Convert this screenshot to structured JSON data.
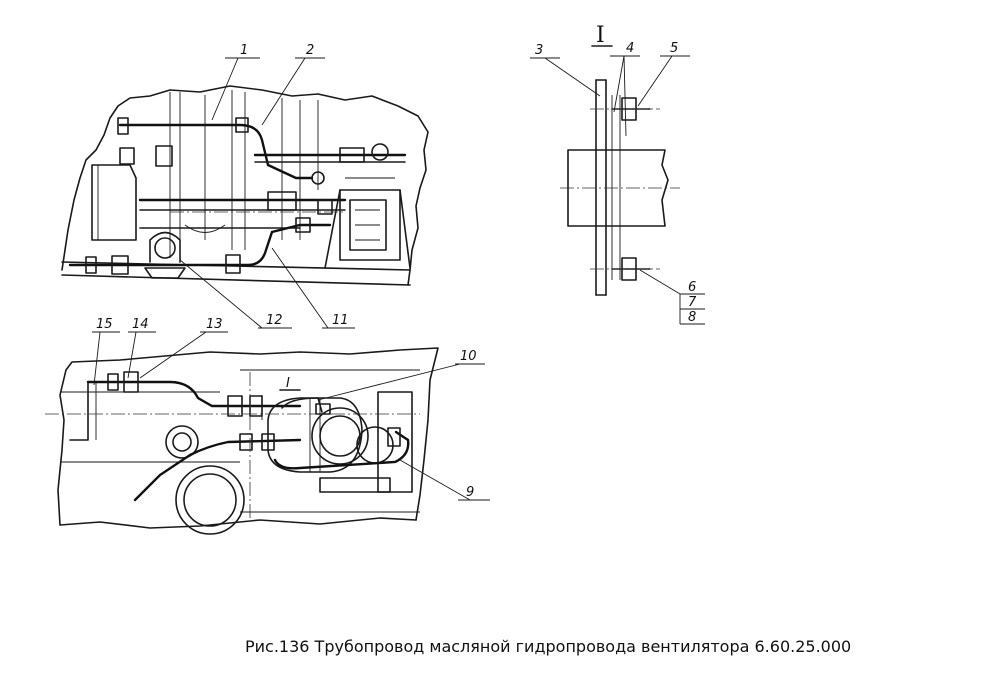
{
  "caption": "Рис.136 Трубопровод масляной гидропровода вентилятора  6.60.25.000",
  "view_label": "I",
  "view_marker": "I",
  "callouts": {
    "c1": "1",
    "c2": "2",
    "c3": "3",
    "c4": "4",
    "c5": "5",
    "c6": "6",
    "c7": "7",
    "c8": "8",
    "c9": "9",
    "c10": "10",
    "c11": "11",
    "c12": "12",
    "c13": "13",
    "c14": "14",
    "c15": "15"
  }
}
